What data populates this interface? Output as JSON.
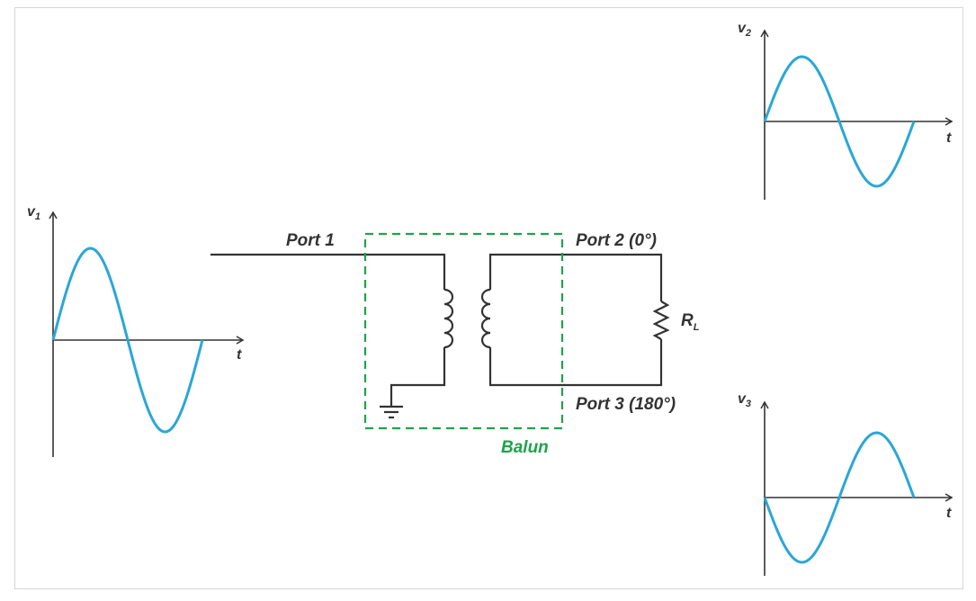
{
  "colors": {
    "wire": "#333333",
    "wave": "#2aa7d6",
    "balun": "#1fa34a",
    "frame": "#d6d6d6"
  },
  "labels": {
    "port1": "Port 1",
    "port2": "Port 2 (0°)",
    "port3": "Port 3 (180°)",
    "balun": "Balun",
    "rl_main": "R",
    "rl_sub": "L"
  },
  "plots": {
    "v1": {
      "y_main": "v",
      "y_sub": "1",
      "x_label": "t"
    },
    "v2": {
      "y_main": "v",
      "y_sub": "2",
      "x_label": "t"
    },
    "v3": {
      "y_main": "v",
      "y_sub": "3",
      "x_label": "t"
    }
  },
  "chart_data": [
    {
      "type": "line",
      "x_label": "t",
      "y_label": "v1",
      "phase_deg": 0,
      "cycles": 1
    },
    {
      "type": "line",
      "x_label": "t",
      "y_label": "v2",
      "phase_deg": 0,
      "cycles": 1
    },
    {
      "type": "line",
      "x_label": "t",
      "y_label": "v3",
      "phase_deg": 180,
      "cycles": 1
    }
  ]
}
